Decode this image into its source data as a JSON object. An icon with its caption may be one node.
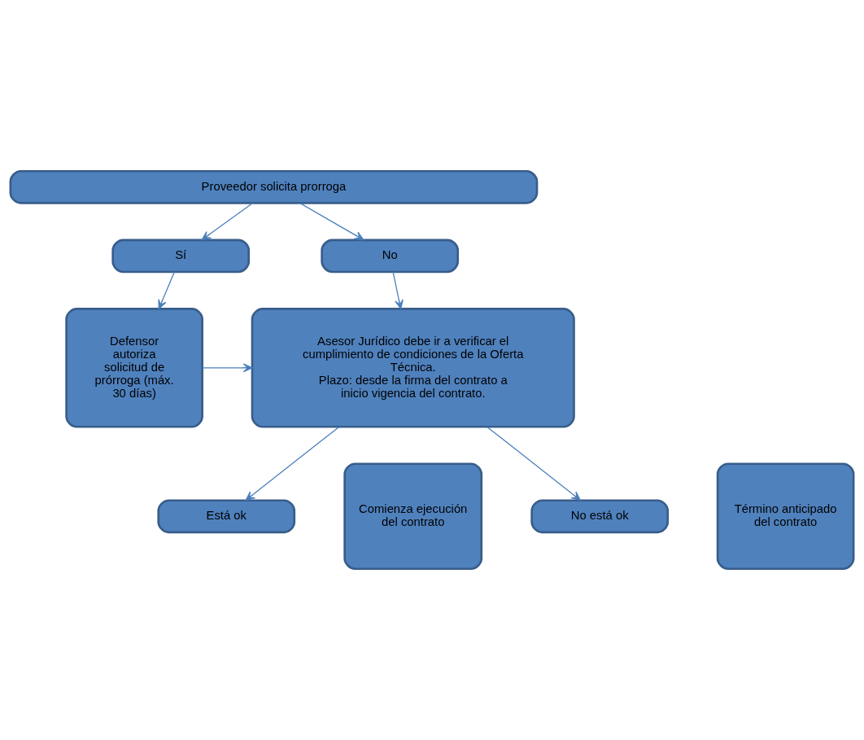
{
  "diagram": {
    "nodes": [
      {
        "text": [
          "Proveedor solicita prorroga"
        ]
      },
      {
        "text": [
          "Sí"
        ]
      },
      {
        "text": [
          "No"
        ]
      },
      {
        "text": [
          "Defensor autoriza solicitud de prórroga (máx. 30 días)"
        ]
      },
      {
        "text": [
          "Asesor Jurídico debe ir a verificar el cumplimiento de condiciones de la Oferta Técnica.",
          "Plazo: desde la firma del contrato a inicio vigencia del contrato."
        ]
      },
      {
        "text": [
          "Está ok"
        ]
      },
      {
        "text": [
          "No está ok"
        ]
      },
      {
        "text": [
          "Comienza ejecución del contrato"
        ]
      },
      {
        "text": [
          "Término anticipado del contrato"
        ]
      }
    ],
    "edges": [
      {
        "from": 0,
        "to": 1,
        "arrow": "to"
      },
      {
        "from": 0,
        "to": 2,
        "arrow": "to"
      },
      {
        "from": 1,
        "to": 3,
        "arrow": "to"
      },
      {
        "from": 2,
        "to": 4,
        "arrow": "to"
      },
      {
        "from": 3,
        "to": 4,
        "arrow": "to"
      },
      {
        "from": 4,
        "to": 5,
        "arrow": "to"
      },
      {
        "from": 4,
        "to": 6,
        "arrow": "to"
      }
    ]
  }
}
